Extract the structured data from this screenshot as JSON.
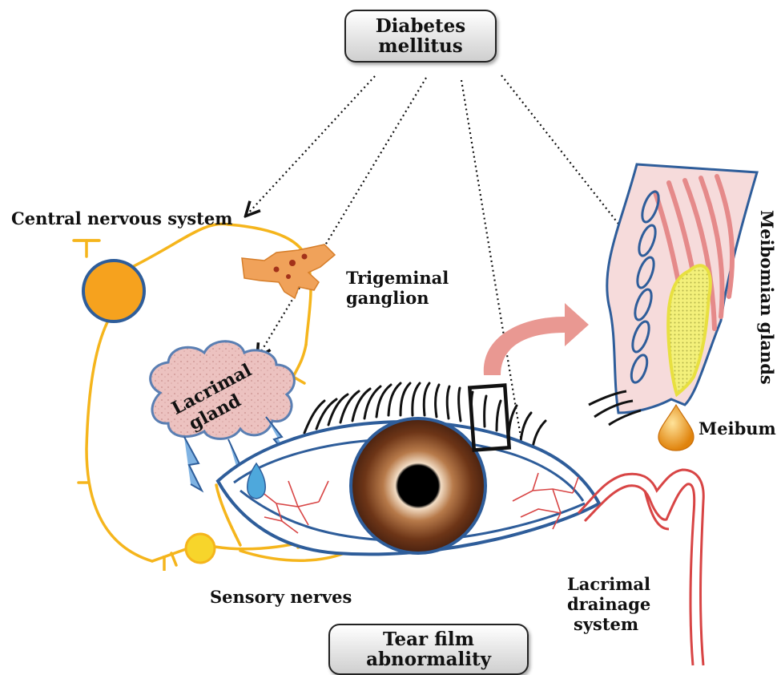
{
  "boxes": {
    "diabetes": [
      "Diabetes",
      "mellitus"
    ],
    "tear_film": [
      "Tear film",
      "abnormality"
    ]
  },
  "labels": {
    "cns": "Central nervous system",
    "trigeminal": [
      "Trigeminal",
      "ganglion"
    ],
    "lacrimal_gland": [
      "Lacrimal",
      "gland"
    ],
    "sensory_nerves": "Sensory nerves",
    "meibomian_glands": "Meibomian glands",
    "meibum": "Meibum",
    "lacrimal_drainage": [
      "Lacrimal",
      "drainage",
      "system"
    ]
  },
  "colors": {
    "nerve": "#f5b51c",
    "neuron": "#f6a21e",
    "eye_outline": "#2e5d9a",
    "iris": "#7a3d1c",
    "vessels": "#d84545",
    "ganglion": "#f0a25a",
    "lacrimal_gland": "#e6bcbc",
    "meibum": "#e98f14",
    "tear": "#4ea8dc",
    "arrow": "#e99892"
  }
}
